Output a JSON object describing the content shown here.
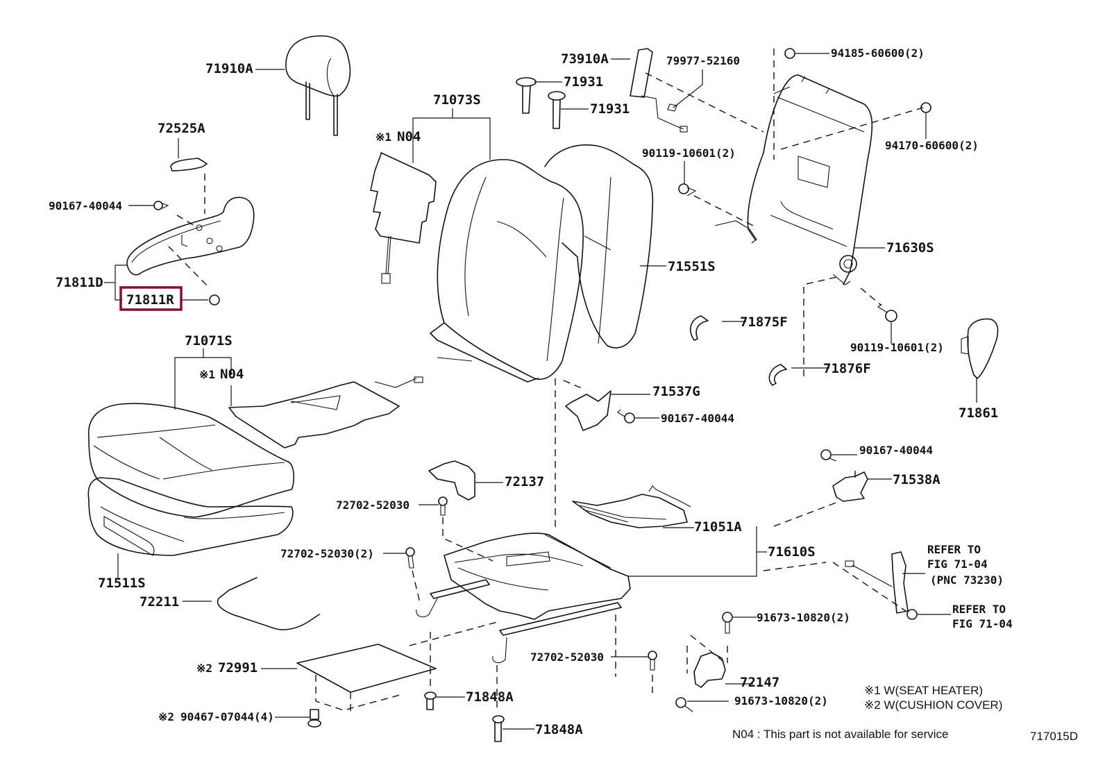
{
  "diagram": {
    "figure_code": "717015D",
    "highlight_color": "#8b0a3a",
    "highlighted_part": "71811R",
    "callouts": {
      "headrest": "71910A",
      "knob_cover": "72525A",
      "screw_90167_top_left": "90167-40044",
      "shield_assy": "71811D",
      "shield_inner": "71811R",
      "back_cover_assy": "71073S",
      "back_heater_mark": "※1",
      "back_heater": "N04",
      "guide_1": "71931",
      "guide_2": "71931",
      "side_airbag": "73910A",
      "airbag_clip": "79977-52160",
      "nut_94185": "94185-60600(2)",
      "nut_94170": "94170-60600(2)",
      "bolt_90119_top": "90119-10601(2)",
      "back_pad": "71551S",
      "back_frame": "71630S",
      "cover_71875F": "71875F",
      "cover_71876F": "71876F",
      "bolt_90119_bottom": "90119-10601(2)",
      "recliner_cover": "71861",
      "cushion_cover_assy": "71071S",
      "cushion_heater_mark": "※1",
      "cushion_heater": "N04",
      "bracket_71537G": "71537G",
      "screw_90167_mid": "90167-40044",
      "cushion_pad": "71511S",
      "cover_72137": "72137",
      "bolt_72702_a": "72702-52030",
      "spring_71051A": "71051A",
      "screw_90167_right": "90167-40044",
      "bracket_71538A": "71538A",
      "bolt_72702_b": "72702-52030(2)",
      "adjuster_71610S": "71610S",
      "wire_72211": "72211",
      "belt_refer_1": "REFER TO",
      "belt_refer_2": "FIG 71-04",
      "belt_refer_3": "(PNC 73230)",
      "nut_refer_1": "REFER TO",
      "nut_refer_2": "FIG 71-04",
      "bolt_91673_top": "91673-10820(2)",
      "undercover_mark": "※2",
      "undercover": "72991",
      "bolt_72702_c": "72702-52030",
      "bracket_72147": "72147",
      "bolt_91673_bottom": "91673-10820(2)",
      "guide_71848A_1": "71848A",
      "clip_mark": "※2",
      "clip_90467": "90467-07044(4)",
      "guide_71848A_2": "71848A"
    },
    "legend": {
      "note1": "※1 W(SEAT HEATER)",
      "note2": "※2 W(CUSHION COVER)",
      "n04_note": "N04 : This part is not available for service"
    }
  }
}
